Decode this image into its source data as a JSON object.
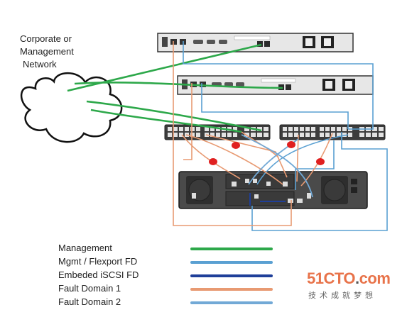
{
  "cloud": {
    "label_lines": [
      "Corporate or",
      "Management",
      "Network"
    ]
  },
  "legend": [
    {
      "label": "Management",
      "color": "#2da84a"
    },
    {
      "label": "Mgmt / Flexport FD",
      "color": "#5aa0d2"
    },
    {
      "label": "Embeded iSCSI FD",
      "color": "#1f3f99"
    },
    {
      "label": "Fault Domain 1",
      "color": "#e89a72"
    },
    {
      "label": "Fault Domain 2",
      "color": "#72a9d6"
    }
  ],
  "watermark": {
    "main": "51CTO",
    "dot": ".",
    "suffix": "com",
    "sub": "技术成就梦想"
  }
}
